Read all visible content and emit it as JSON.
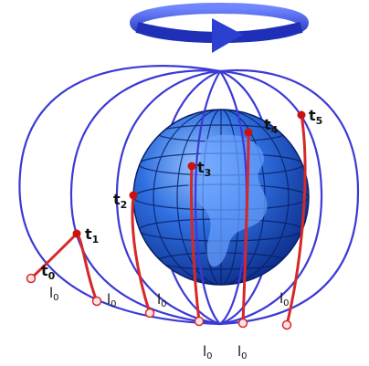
{
  "diagram": {
    "colors": {
      "field_line": "#3a3ad6",
      "track": "#d62828",
      "marker_fill": "#cc1111",
      "start_marker_fill": "#ffe6e6",
      "earth_dark": "#0c2f8f",
      "earth_light": "#7fb4ff",
      "rotation_arrow": "#3b4fd6"
    },
    "icons": [
      "rotation-arrow-icon",
      "earth-globe-icon"
    ],
    "point_labels": [
      {
        "id": "t0",
        "main": "t",
        "sub": "0"
      },
      {
        "id": "t1",
        "main": "t",
        "sub": "1"
      },
      {
        "id": "t2",
        "main": "t",
        "sub": "2"
      },
      {
        "id": "t3",
        "main": "t",
        "sub": "3"
      },
      {
        "id": "t4",
        "main": "t",
        "sub": "4"
      },
      {
        "id": "t5",
        "main": "t",
        "sub": "5"
      }
    ],
    "foot_labels": [
      {
        "id": "l0-a",
        "main": "l",
        "sub": "0"
      },
      {
        "id": "l0-b",
        "main": "l",
        "sub": "0"
      },
      {
        "id": "l0-c",
        "main": "l",
        "sub": "0"
      },
      {
        "id": "l0-d",
        "main": "l",
        "sub": "0"
      },
      {
        "id": "l0-e",
        "main": "l",
        "sub": "0"
      },
      {
        "id": "l0-f",
        "main": "l",
        "sub": "0"
      }
    ]
  }
}
